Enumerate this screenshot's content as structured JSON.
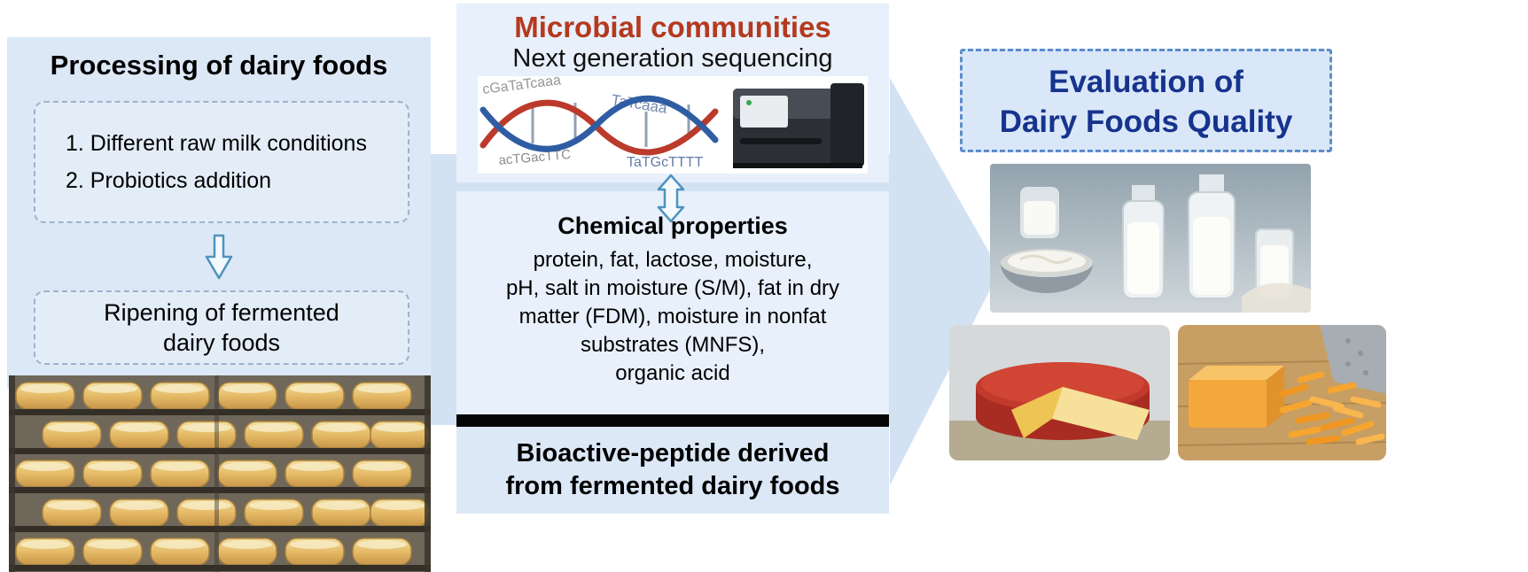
{
  "left_panel": {
    "title": "Processing of dairy foods",
    "conditions": [
      "1. Different raw milk conditions",
      "2. Probiotics addition"
    ],
    "ripening_lines": [
      "Ripening of fermented",
      "dairy foods"
    ]
  },
  "middle_panel": {
    "microbial_title": "Microbial communities",
    "microbial_subtitle": "Next generation sequencing",
    "chemical_title": "Chemical properties",
    "chemical_lines": [
      "protein, fat, lactose, moisture,",
      "pH, salt in moisture (S/M), fat in dry",
      "matter (FDM), moisture in nonfat",
      "substrates (MNFS),",
      "organic acid"
    ],
    "bioactive_lines": [
      "Bioactive-peptide derived",
      "from fermented dairy foods"
    ]
  },
  "right_panel": {
    "title_lines": [
      "Evaluation of",
      "Dairy Foods Quality"
    ]
  },
  "ngs_photo_text": [
    "cGaTaTcaaa",
    "TaTcaaa",
    "acTGacTTC",
    "TaTGcTTTT"
  ],
  "icons": {
    "down_arrow": "hollow-down-arrow",
    "exchange_arrow": "hollow-vertical-double-arrow",
    "flow_arrow": "right-block-arrow"
  },
  "colors": {
    "microbial_title": "#b5391e",
    "evaluation_title": "#16338d",
    "panel_bg": "#dce8f6",
    "box_bg": "#e7f0fb",
    "arrow_fill": "#d3e2f3",
    "arrow_outline": "#4e93be",
    "divider_bar": "#060606"
  }
}
